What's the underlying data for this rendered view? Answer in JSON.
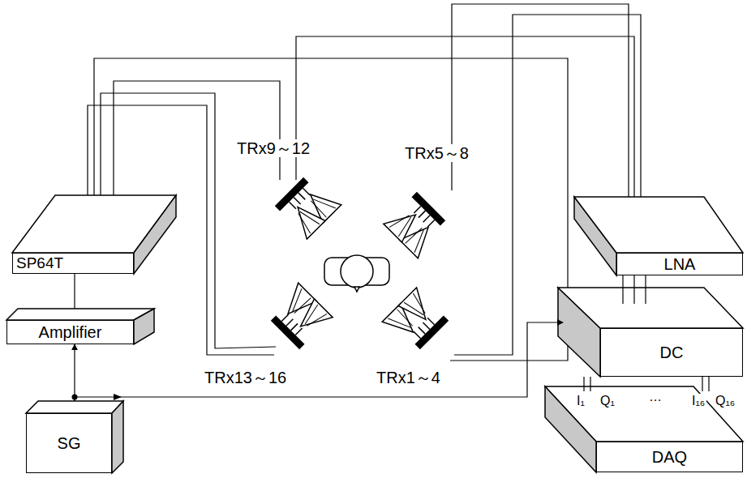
{
  "diagram": {
    "nodes": [
      {
        "text": [
          "SP64T"
        ]
      },
      {
        "text": [
          "Amplifier"
        ]
      },
      {
        "text": [
          "SG"
        ]
      },
      {
        "text": [
          "LNA"
        ]
      },
      {
        "text": [
          "DC"
        ]
      },
      {
        "text": [
          "DAQ"
        ]
      }
    ],
    "edges": [
      {
        "from": 0,
        "to": 1,
        "arrow": "none"
      },
      {
        "from": 2,
        "to": 1,
        "arrow": "to"
      },
      {
        "from": 2,
        "to": 4,
        "arrow": "to"
      },
      {
        "from": 3,
        "to": 4,
        "arrow": "none"
      },
      {
        "from": 4,
        "to": 5,
        "arrow": "none"
      }
    ],
    "labels": [
      "TRx9～12",
      "TRx5～8",
      "TRx13～16",
      "TRx1～4",
      "I₁",
      "Q₁",
      "…",
      "I₁₆",
      "Q₁₆"
    ]
  }
}
